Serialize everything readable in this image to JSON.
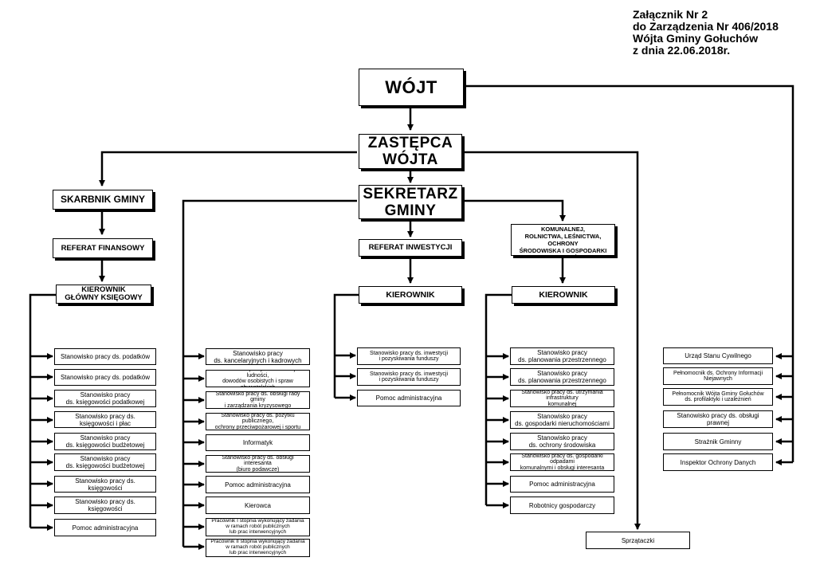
{
  "header": {
    "line1": "Załącznik Nr 2",
    "line2": "do Zarządzenia Nr 406/2018",
    "line3": "Wójta Gminy Gołuchów",
    "line4": "z dnia 22.06.2018r."
  },
  "top": {
    "wojt": "WÓJT",
    "zastepca": "ZASTĘPCA\nWÓJTA",
    "sekretarz": "SEKRETARZ\nGMINY"
  },
  "col1": {
    "head": "SKARBNIK GMINY",
    "referat": "REFERAT FINANSOWY",
    "kierownik": "KIEROWNIK\nGŁÓWNY KSIĘGOWY",
    "items": [
      "Stanowisko pracy ds. podatków",
      "Stanowisko pracy ds. podatków",
      "Stanowisko pracy\nds. księgowości podatkowej",
      "Stanowisko pracy ds. księgowości i płac",
      "Stanowisko pracy\nds. księgowości budżetowej",
      "Stanowisko pracy\nds. księgowości budżetowej",
      "Stanowisko pracy ds. księgowości",
      "Stanowisko pracy ds. księgowości",
      "Pomoc administracyjna"
    ]
  },
  "col2": {
    "items": [
      "Stanowisko pracy\nds. kancelaryjnych i kadrowych",
      "Stanowisko pracy ds. ewidencji ludności,\ndowodów osobistych i spraw obywatelskich",
      "Stanowisko pracy ds. obsługi rady gminy\ni zarządzania kryzysowego",
      "Stanowisko pracy ds. pożytku publicznego,\nochrony przeciwpożarowej i sportu",
      "Informatyk",
      "Stanowisko pracy ds. obsługi interesanta\n(biuro podawcze)",
      "Pomoc administracyjna",
      "Kierowca",
      "Pracownik I stopnia wykonujący zadania\nw ramach robót publicznych\nlub prac interwencyjnych",
      "Pracownik II stopnia wykonujący zadania\nw ramach robót publicznych\nlub prac interwencyjnych"
    ]
  },
  "col3": {
    "referat": "REFERAT INWESTYCJI",
    "kierownik": "KIEROWNIK",
    "items": [
      "Stanowisko pracy ds. inwestycji\ni pozyskiwania funduszy",
      "Stanowisko pracy ds. inwestycji\ni pozyskiwania funduszy",
      "Pomoc administracyjna"
    ]
  },
  "col4": {
    "referat": "REFERAT GOSPODARKI KOMUNALNEJ,\nROLNICTWA, LEŚNICTWA, OCHRONY\nŚRODOWISKA I GOSPODARKI\nNIERUCHOMOŚCIAMI",
    "kierownik": "KIEROWNIK",
    "items": [
      "Stanowisko pracy\nds. planowania przestrzennego",
      "Stanowisko pracy\nds. planowania przestrzennego",
      "Stanowisko pracy ds. utrzymania infrastruktury\nkomunalnej",
      "Stanowisko pracy\nds. gospodarki nieruchomościami",
      "Stanowisko pracy\nds. ochrony środowiska",
      "Stanowisko pracy ds. gospodarki odpadami\nkomunalnymi i obsługi interesanta",
      "Pomoc administracyjna",
      "Robotnicy gospodarczy"
    ]
  },
  "col5": {
    "items": [
      "Urząd Stanu Cywilnego",
      "Pełnomocnik ds. Ochrony Informacji\nNiejawnych",
      "Pełnomocnik Wójta Gminy Gołuchów\nds. profilaktyki i uzależnień",
      "Stanowisko pracy ds. obsługi prawnej",
      "Strażnik Gminny",
      "Inspektor Ochrony Danych"
    ]
  },
  "sprzataczki": "Sprzątaczki"
}
